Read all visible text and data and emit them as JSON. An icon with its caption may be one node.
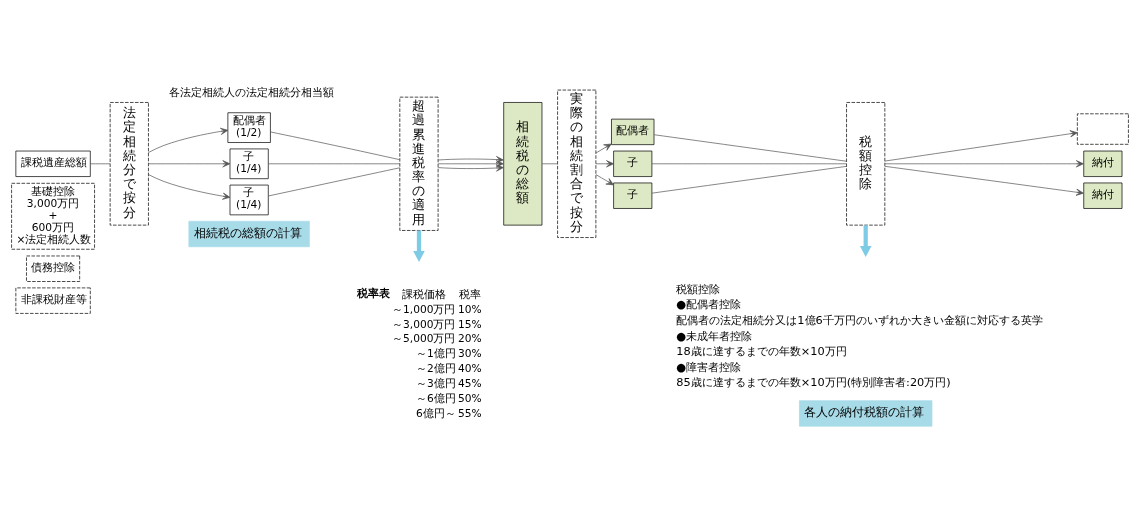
{
  "diagram": {
    "nodes": [
      {
        "text": [
          "相続税の総額の計算"
        ]
      },
      {
        "text": [
          "各人の納付税額の計算"
        ]
      },
      {
        "text": [
          "課税遺産総額"
        ]
      },
      {
        "text": [
          "基礎控除",
          "3,000万円 + 600万円 ×法定相続人数"
        ]
      },
      {
        "text": [
          "債務控除"
        ]
      },
      {
        "text": [
          "非課税財産等"
        ]
      },
      {
        "text": [
          "法定相続分で按分"
        ]
      },
      {
        "text": [
          "配偶者 (1/2)"
        ]
      },
      {
        "text": [
          "子 (1/4)"
        ]
      },
      {
        "text": [
          "子 (1/4)"
        ]
      },
      {
        "text": [
          "超過累進税率の適用"
        ]
      },
      {
        "text": [
          "相続税の総額"
        ]
      },
      {
        "text": [
          "実際の相続割合で按分"
        ]
      },
      {
        "text": [
          "配偶者"
        ]
      },
      {
        "text": [
          "子"
        ]
      },
      {
        "text": [
          "子"
        ]
      },
      {
        "text": [
          "税額控除"
        ]
      },
      {
        "text": [],
        "shape": "box"
      },
      {
        "text": [
          "納付"
        ]
      },
      {
        "text": [
          "納付"
        ]
      }
    ],
    "edges": [
      {
        "from": 2,
        "to": 6,
        "arrow": "none"
      },
      {
        "from": 6,
        "to": 7,
        "arrow": "to"
      },
      {
        "from": 6,
        "to": 8,
        "arrow": "to"
      },
      {
        "from": 6,
        "to": 9,
        "arrow": "to"
      },
      {
        "from": 7,
        "to": 10,
        "arrow": "none"
      },
      {
        "from": 8,
        "to": 10,
        "arrow": "none"
      },
      {
        "from": 9,
        "to": 10,
        "arrow": "none"
      },
      {
        "from": 10,
        "to": 11,
        "arrow": "to"
      },
      {
        "from": 10,
        "to": 11,
        "arrow": "to"
      },
      {
        "from": 10,
        "to": 11,
        "arrow": "to"
      },
      {
        "from": 11,
        "to": 12,
        "arrow": "none"
      },
      {
        "from": 12,
        "to": 13,
        "arrow": "to"
      },
      {
        "from": 12,
        "to": 14,
        "arrow": "to"
      },
      {
        "from": 12,
        "to": 15,
        "arrow": "to"
      },
      {
        "from": 13,
        "to": 16,
        "arrow": "none"
      },
      {
        "from": 14,
        "to": 16,
        "arrow": "none"
      },
      {
        "from": 15,
        "to": 16,
        "arrow": "none"
      },
      {
        "from": 16,
        "to": 17,
        "arrow": "to"
      },
      {
        "from": 16,
        "to": 18,
        "arrow": "to"
      },
      {
        "from": 16,
        "to": 19,
        "arrow": "to"
      },
      {
        "from": 10,
        "to": null,
        "arrow": "to",
        "style": "thick",
        "color": "#7ecbe6"
      },
      {
        "from": 16,
        "to": null,
        "arrow": "to",
        "style": "thick",
        "color": "#7ecbe6"
      }
    ],
    "labels": [
      "各法定相続人の法定相続分相当額",
      "税率表",
      "課税価格",
      "税率",
      "～1,000万円",
      "10%",
      "～3,000万円",
      "15%",
      "～5,000万円",
      "20%",
      "～1億円",
      "30%",
      "～2億円",
      "40%",
      "～3億円",
      "45%",
      "～6億円",
      "50%",
      "6億円～",
      "55%",
      "税額控除",
      "●配偶者控除",
      "配偶者の法定相続分又は1億6千万円のいずれか大きい金額に対応する英学",
      "●未成年者控除",
      "18歳に達するまでの年数×10万円",
      "●障害者控除",
      "85歳に達するまでの年数×10万円(特別障害者:20万円)"
    ]
  }
}
